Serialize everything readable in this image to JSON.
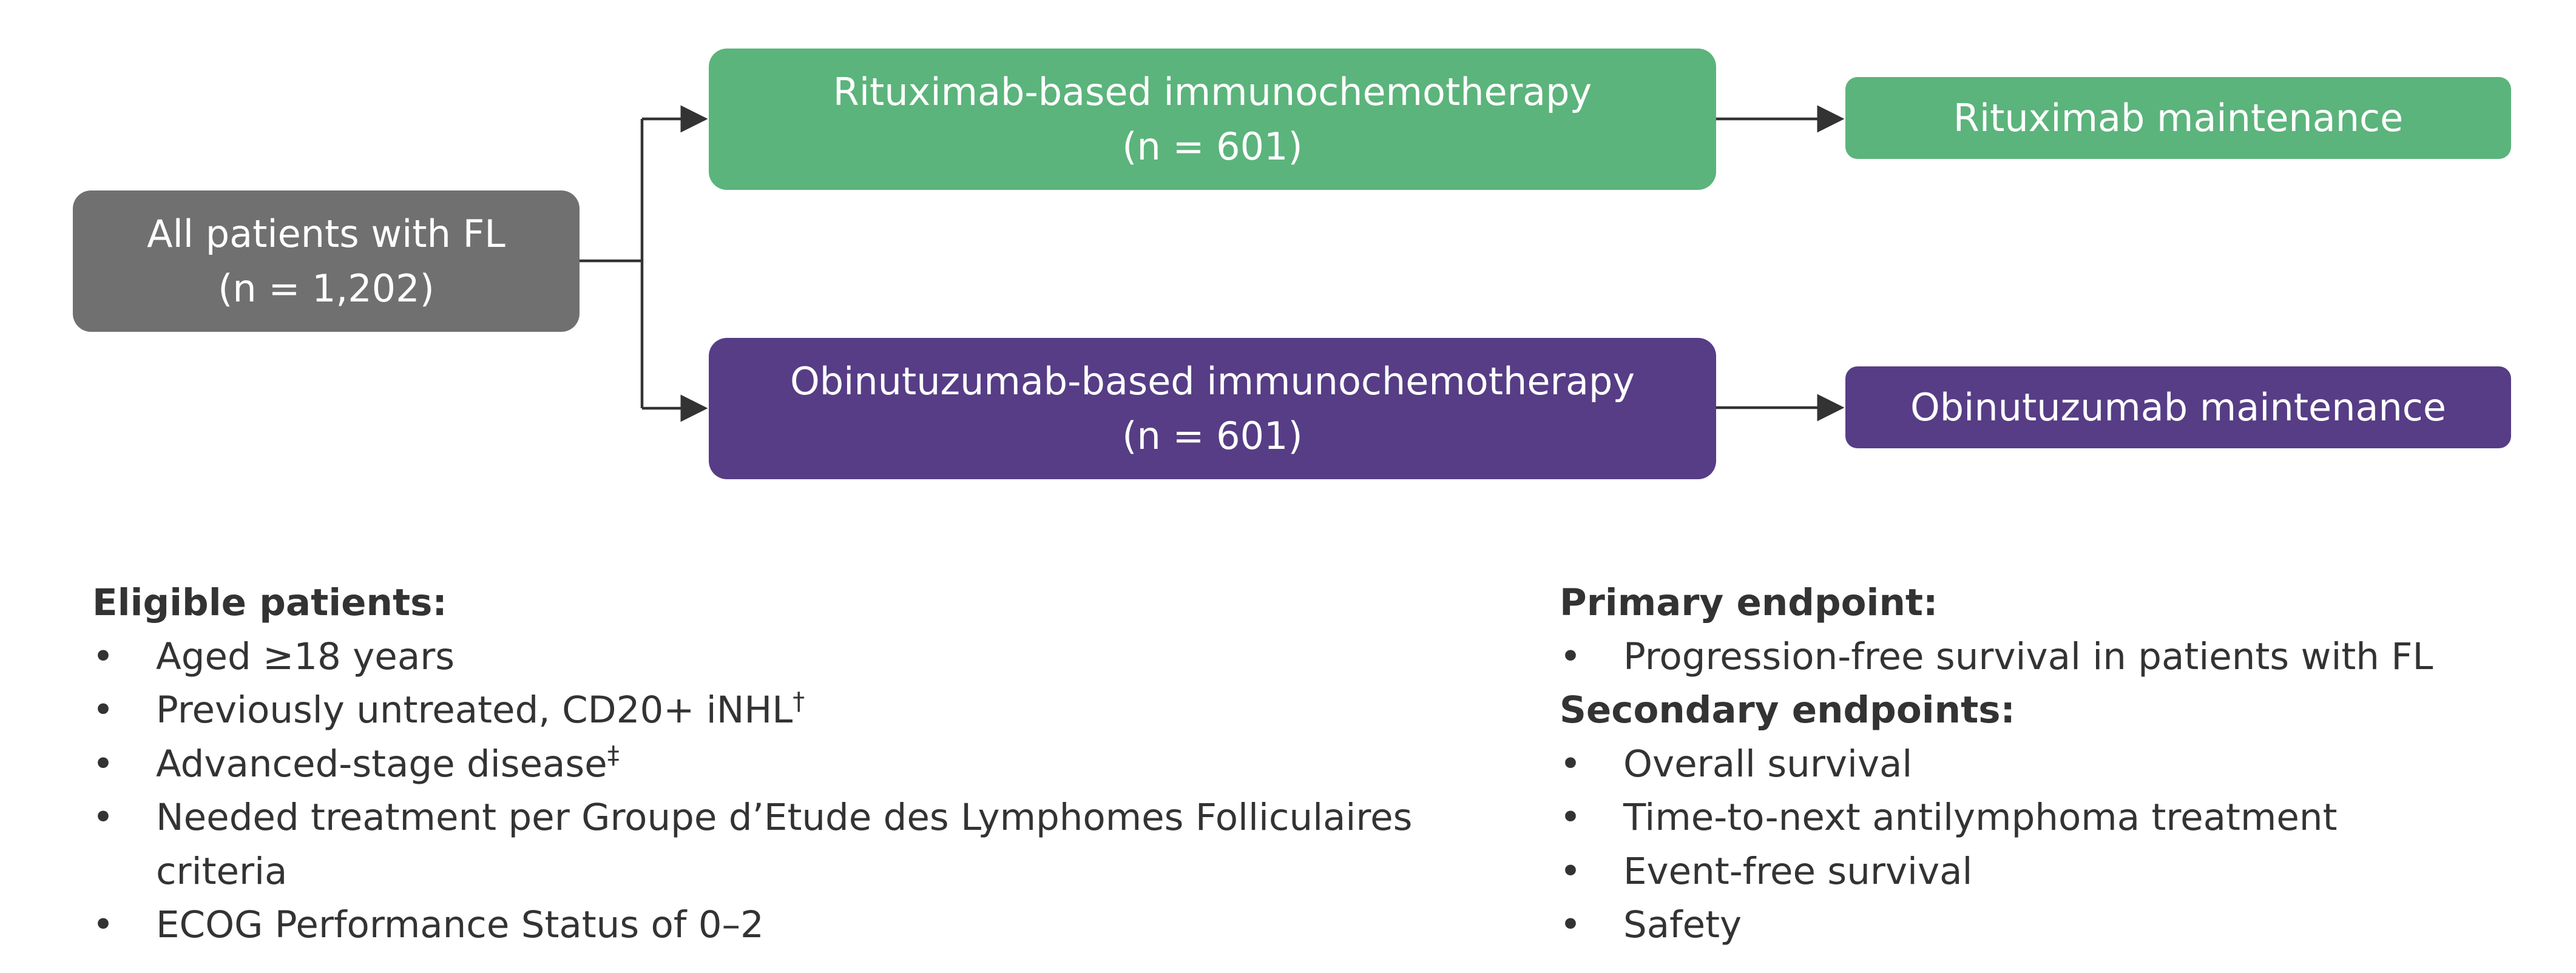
{
  "flow": {
    "all_patients": {
      "line1": "All patients with FL",
      "line2": "(n = 1,202)"
    },
    "rituximab_arm": {
      "line1": "Rituximab-based immunochemotherapy",
      "line2": "(n = 601)"
    },
    "obinutuzumab_arm": {
      "line1": "Obinutuzumab-based immunochemotherapy",
      "line2": "(n = 601)"
    },
    "rituximab_maintenance": "Rituximab maintenance",
    "obinutuzumab_maintenance": "Obinutuzumab maintenance"
  },
  "eligibility": {
    "heading": "Eligible patients:",
    "items": [
      {
        "text": "Aged ≥18 years",
        "sup": ""
      },
      {
        "text": "Previously untreated, CD20+ iNHL",
        "sup": "†"
      },
      {
        "text": "Advanced-stage disease",
        "sup": "‡"
      },
      {
        "text": "Needed treatment per Groupe d’Etude des Lymphomes Folliculaires criteria",
        "sup": ""
      },
      {
        "text": "ECOG Performance Status of 0–2",
        "sup": ""
      }
    ]
  },
  "endpoints": {
    "primary_heading": "Primary endpoint:",
    "primary_items": [
      "Progression-free survival in patients with FL"
    ],
    "secondary_heading": "Secondary endpoints:",
    "secondary_items": [
      "Overall survival",
      "Time-to-next antilymphoma treatment",
      "Event-free survival",
      "Safety"
    ]
  },
  "bullet_glyph": "•",
  "colors": {
    "all_patients": "#707070",
    "rituximab": "#5bb47b",
    "obinutuzumab": "#563d86",
    "connector": "#333333",
    "text": "#333333"
  }
}
